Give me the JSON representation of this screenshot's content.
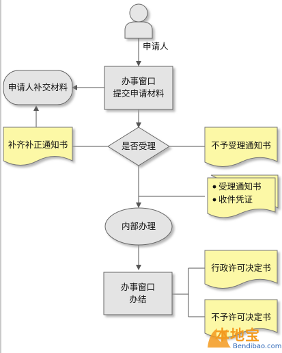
{
  "nodes": {
    "applicant": "申请人",
    "supplement_materials": "申请人补交材料",
    "window_submit_line1": "办事窗口",
    "window_submit_line2": "提交申请材料",
    "supplement_notice": "补齐补正通知书",
    "decision": "是否受理",
    "reject_notice": "不予受理通知书",
    "accept_list": [
      "受理通知书",
      "收件凭证"
    ],
    "internal": "内部办理",
    "window_close_line1": "办事窗口",
    "window_close_line2": "办结",
    "license_decision": "行政许可决定书",
    "no_license_decision": "不予许可决定书"
  },
  "watermark": {
    "brand": "本地宝",
    "url": "Bendibao.com"
  },
  "colors": {
    "process_fill": "#e4e4e4",
    "document_fill": "#fcf8a6",
    "stroke": "#555555"
  }
}
